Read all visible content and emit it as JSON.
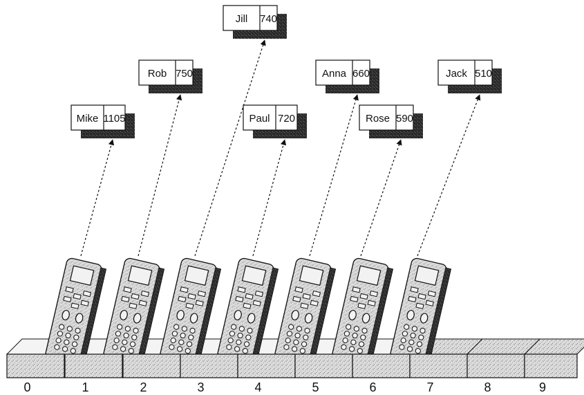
{
  "slot_labels": [
    "0",
    "1",
    "2",
    "3",
    "4",
    "5",
    "6",
    "7",
    "8",
    "9"
  ],
  "records": [
    {
      "name": "Mike",
      "value": "1105",
      "slot": 0
    },
    {
      "name": "Rob",
      "value": "750",
      "slot": 1
    },
    {
      "name": "Jill",
      "value": "740",
      "slot": 2
    },
    {
      "name": "Paul",
      "value": "720",
      "slot": 3
    },
    {
      "name": "Anna",
      "value": "660",
      "slot": 4
    },
    {
      "name": "Rose",
      "value": "590",
      "slot": 5
    },
    {
      "name": "Jack",
      "value": "510",
      "slot": 6
    }
  ],
  "colors": {
    "ink": "#111111",
    "shadow": "#1c1c1c",
    "speckle": "#c9c9c9"
  },
  "icons": [
    "cordless-phone-icon"
  ]
}
